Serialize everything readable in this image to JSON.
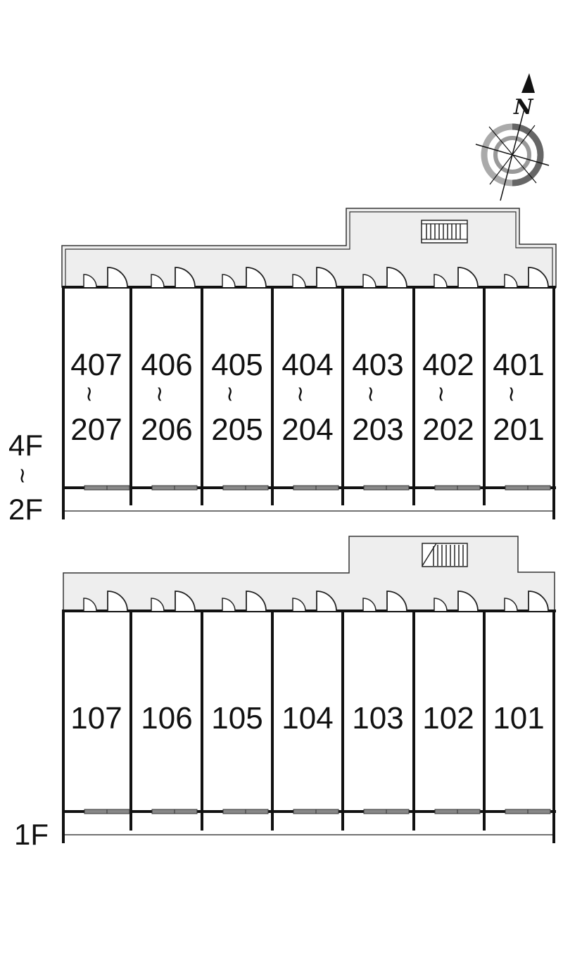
{
  "compass": {
    "north_label": "N",
    "icon": "compass-rose-icon"
  },
  "upper_block": {
    "floor_top": "4F",
    "floor_range_mark": "~",
    "floor_bottom": "2F",
    "units": [
      {
        "top": "407",
        "range_mark": "~",
        "bottom": "207"
      },
      {
        "top": "406",
        "range_mark": "~",
        "bottom": "206"
      },
      {
        "top": "405",
        "range_mark": "~",
        "bottom": "205"
      },
      {
        "top": "404",
        "range_mark": "~",
        "bottom": "204"
      },
      {
        "top": "403",
        "range_mark": "~",
        "bottom": "203"
      },
      {
        "top": "402",
        "range_mark": "~",
        "bottom": "202"
      },
      {
        "top": "401",
        "range_mark": "~",
        "bottom": "201"
      }
    ]
  },
  "lower_block": {
    "floor": "1F",
    "units": [
      {
        "label": "107"
      },
      {
        "label": "106"
      },
      {
        "label": "105"
      },
      {
        "label": "104"
      },
      {
        "label": "103"
      },
      {
        "label": "102"
      },
      {
        "label": "101"
      }
    ]
  },
  "colors": {
    "corridor": "#eeeeee",
    "wall": "#111111",
    "window": "#888888",
    "compass_gray": "#999999"
  }
}
